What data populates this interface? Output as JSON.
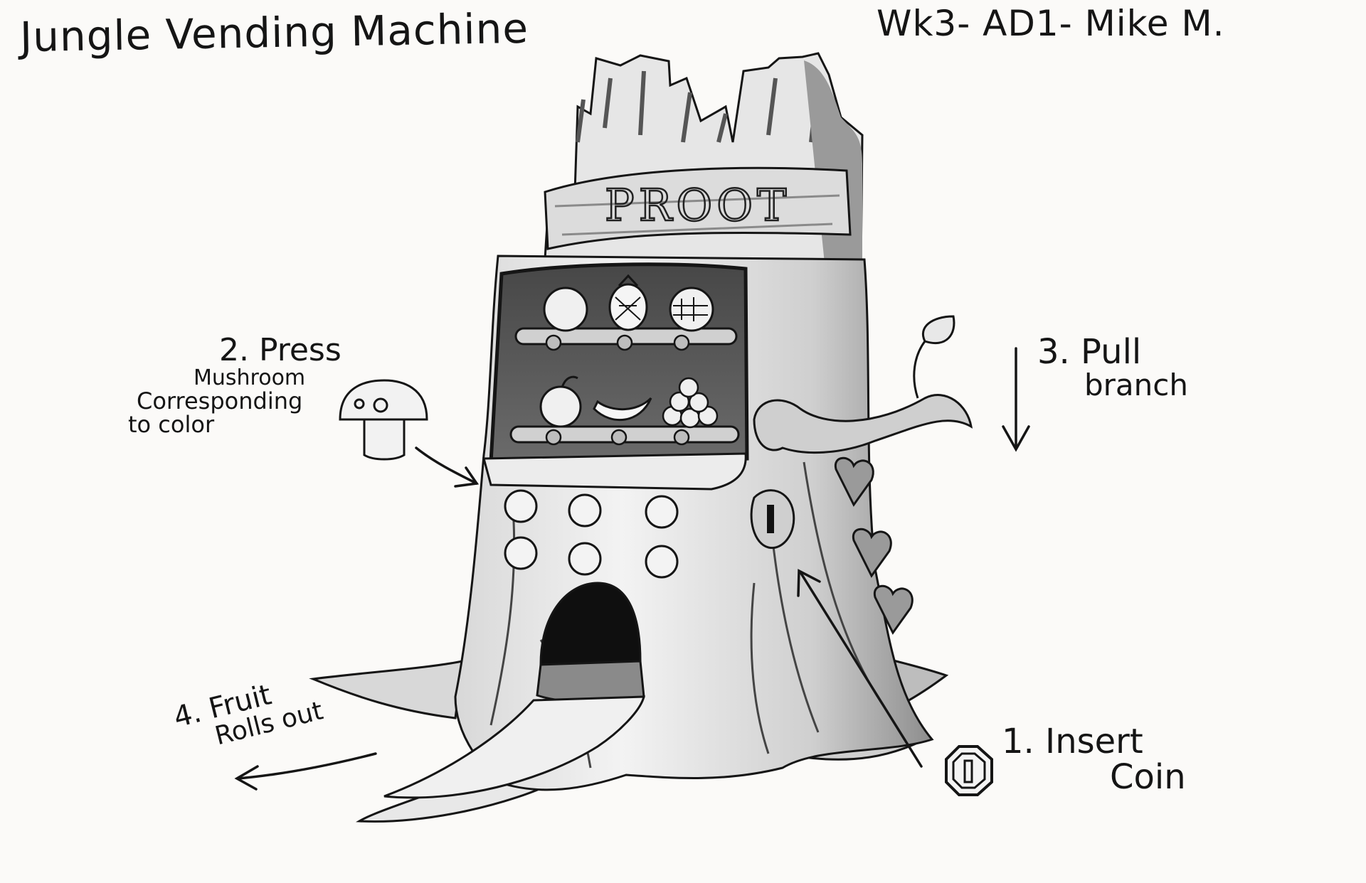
{
  "title": "Jungle Vending Machine",
  "author": "Wk3- AD1- Mike M.",
  "sign_text": "PROOT",
  "steps": {
    "step1": {
      "line1": "1. Insert",
      "line2": "Coin"
    },
    "step2": {
      "line1": "2. Press",
      "line2": "Mushroom",
      "line3": "Corresponding",
      "line4": "to color"
    },
    "step3": {
      "line1": "3. Pull",
      "line2": "branch"
    },
    "step4": {
      "line1": "4. Fruit",
      "line2": "Rolls out"
    }
  },
  "icons": {
    "mushroom": "mushroom-icon",
    "coin": "coin-icon",
    "branch": "branch-lever-icon"
  },
  "colors": {
    "ink": "#151515",
    "paper": "#fbfaf8",
    "shade_light": "#d4d4d4",
    "shade_mid": "#8f8f8f",
    "shade_dark": "#3c3c3c"
  }
}
